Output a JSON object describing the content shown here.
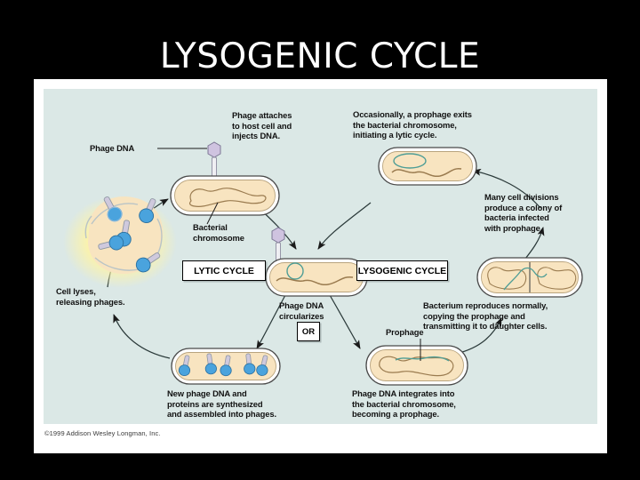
{
  "slide": {
    "title": "LYSOGENIC CYCLE",
    "background_color": "#000000",
    "title_color": "#ffffff"
  },
  "figure": {
    "panel_color": "#dbe8e6",
    "card_color": "#ffffff",
    "copyright": "©1999 Addison Wesley Longman, Inc."
  },
  "palette": {
    "cytoplasm": "#f8e4c0",
    "cell_wall": "#ffffff",
    "cell_outline": "#4a4a4a",
    "chromosome": "#9a7b4f",
    "prophage": "#4f9e96",
    "phage_head_purple": "#cfc3e0",
    "phage_head_blue": "#4aa3dd",
    "phage_tail": "#cfc9dd",
    "burst_glow": "#fdf3a8",
    "arrow": "#1a1a1a"
  },
  "stage_boxes": [
    {
      "id": "lytic-cycle-box",
      "label": "LYTIC CYCLE"
    },
    {
      "id": "lysogenic-cycle-box",
      "label": "LYSOGENIC CYCLE"
    },
    {
      "id": "or-box",
      "label": "OR"
    }
  ],
  "labels": {
    "phage_dna": "Phage DNA",
    "phage_attaches": "Phage attaches\nto host cell and\ninjects DNA.",
    "bacterial_chromosome": "Bacterial\nchromosome",
    "prophage_exits": "Occasionally, a prophage exits\nthe bacterial chromosome,\ninitiating a lytic cycle.",
    "many_cell_divisions": "Many cell divisions\nproduce a colony of\nbacteria infected\nwith prophage.",
    "cell_lyses": "Cell lyses,\nreleasing phages.",
    "phage_dna_circularizes": "Phage DNA\ncircularizes",
    "bacterium_reproduces": "Bacterium reproduces normally,\ncopying the prophage and\ntransmitting it to daughter cells.",
    "new_phage_dna": "New phage DNA and\nproteins are synthesized\nand assembled into phages.",
    "prophage": "Prophage",
    "phage_dna_integrates": "Phage DNA integrates into\nthe bacterial chromosome,\nbecoming a prophage."
  }
}
